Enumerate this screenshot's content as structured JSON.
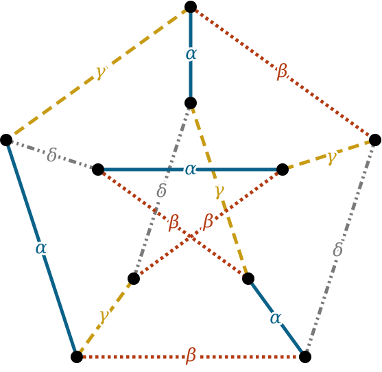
{
  "diagram": {
    "colors": {
      "alpha": "#0b6289",
      "beta": "#b33a12",
      "gamma": "#c89b14",
      "delta": "#7a7a7a",
      "node": "#000000"
    },
    "labels": {
      "alpha": "α",
      "beta": "β",
      "gamma": "γ",
      "delta": "δ"
    },
    "edges": [
      {
        "name": "outer-top-left",
        "type": "gamma"
      },
      {
        "name": "outer-top-right",
        "type": "beta"
      },
      {
        "name": "outer-right-lower",
        "type": "delta"
      },
      {
        "name": "outer-bottom",
        "type": "beta"
      },
      {
        "name": "outer-left",
        "type": "alpha"
      },
      {
        "name": "spoke-top",
        "type": "alpha"
      },
      {
        "name": "spoke-left",
        "type": "delta"
      },
      {
        "name": "spoke-right",
        "type": "gamma"
      },
      {
        "name": "spoke-lower-left",
        "type": "gamma"
      },
      {
        "name": "spoke-lower-right",
        "type": "alpha"
      },
      {
        "name": "star-top-to-lower-left",
        "type": "delta"
      },
      {
        "name": "star-top-to-lower-right",
        "type": "gamma"
      },
      {
        "name": "star-left-to-right",
        "type": "alpha"
      },
      {
        "name": "star-left-to-lower-right",
        "type": "beta"
      },
      {
        "name": "star-right-to-lower-left",
        "type": "beta"
      }
    ]
  }
}
